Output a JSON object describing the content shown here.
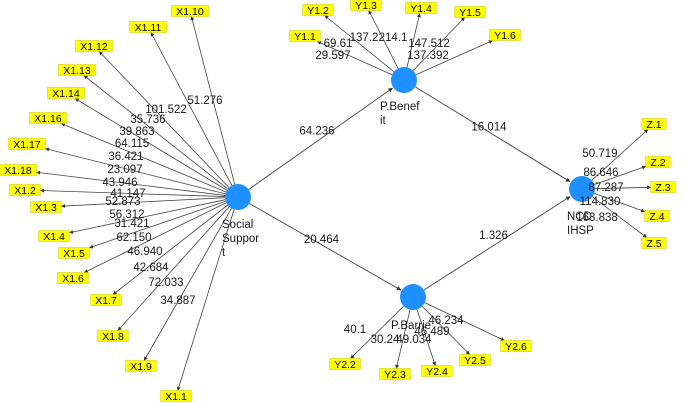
{
  "constructs": [
    {
      "id": "SS",
      "label_lines": [
        "Social",
        "Suppor",
        "t"
      ]
    },
    {
      "id": "PB",
      "label_lines": [
        "P.Benef",
        "it"
      ]
    },
    {
      "id": "PBA",
      "label_lines": [
        "P.Barrie"
      ]
    },
    {
      "id": "NCD",
      "label_lines": [
        "NCD",
        "IHSP"
      ]
    }
  ],
  "paths": [
    {
      "from": "SS",
      "to": "PB",
      "coefficient": "64.236"
    },
    {
      "from": "SS",
      "to": "PBA",
      "coefficient": "20.464"
    },
    {
      "from": "PB",
      "to": "NCD",
      "coefficient": "16.014"
    },
    {
      "from": "PBA",
      "to": "NCD",
      "coefficient": "1.326"
    }
  ],
  "indicators": {
    "SS": [
      {
        "name": "X1.10",
        "loading": "51.276"
      },
      {
        "name": "X1.11",
        "loading": "101.522"
      },
      {
        "name": "X1.12",
        "loading": "35.736"
      },
      {
        "name": "X1.13",
        "loading": "39.863"
      },
      {
        "name": "X1.14",
        "loading": "64.115"
      },
      {
        "name": "X1.16",
        "loading": "36.421"
      },
      {
        "name": "X1.17",
        "loading": "23.097"
      },
      {
        "name": "X1.18",
        "loading": "43.946"
      },
      {
        "name": "X1.2",
        "loading": "41.147"
      },
      {
        "name": "X1.3",
        "loading": "52.873"
      },
      {
        "name": "X1.4",
        "loading": "56.312"
      },
      {
        "name": "X1.5",
        "loading": "31.421"
      },
      {
        "name": "X1.6",
        "loading": "62.150"
      },
      {
        "name": "X1.7",
        "loading": "46.940"
      },
      {
        "name": "X1.8",
        "loading": "42.684"
      },
      {
        "name": "X1.9",
        "loading": "72.033"
      },
      {
        "name": "X1.1",
        "loading": "34.887"
      }
    ],
    "PB": [
      {
        "name": "Y1.1",
        "loading": "29.597"
      },
      {
        "name": "Y1.2",
        "loading": "69.61"
      },
      {
        "name": "Y1.3",
        "loading": "137.2"
      },
      {
        "name": "Y1.4",
        "loading": "214.1"
      },
      {
        "name": "Y1.5",
        "loading": "147.512"
      },
      {
        "name": "Y1.6",
        "loading": "137.392"
      }
    ],
    "PBA": [
      {
        "name": "Y2.2",
        "loading": "40.1"
      },
      {
        "name": "Y2.3",
        "loading": "30.24"
      },
      {
        "name": "Y2.4",
        "loading": "49.034"
      },
      {
        "name": "Y2.5",
        "loading": "46.489"
      },
      {
        "name": "Y2.6",
        "loading": "46.234"
      }
    ],
    "NCD": [
      {
        "name": "Z.1",
        "loading": "50.719"
      },
      {
        "name": "Z.2",
        "loading": "86.646"
      },
      {
        "name": "Z.3",
        "loading": "87.287"
      },
      {
        "name": "Z.4",
        "loading": "114.830"
      },
      {
        "name": "Z.5",
        "loading": "163.838"
      }
    ]
  },
  "colors": {
    "node": "#1e90ff",
    "indicator_fill": "#ffff00",
    "edge": "#444444"
  }
}
